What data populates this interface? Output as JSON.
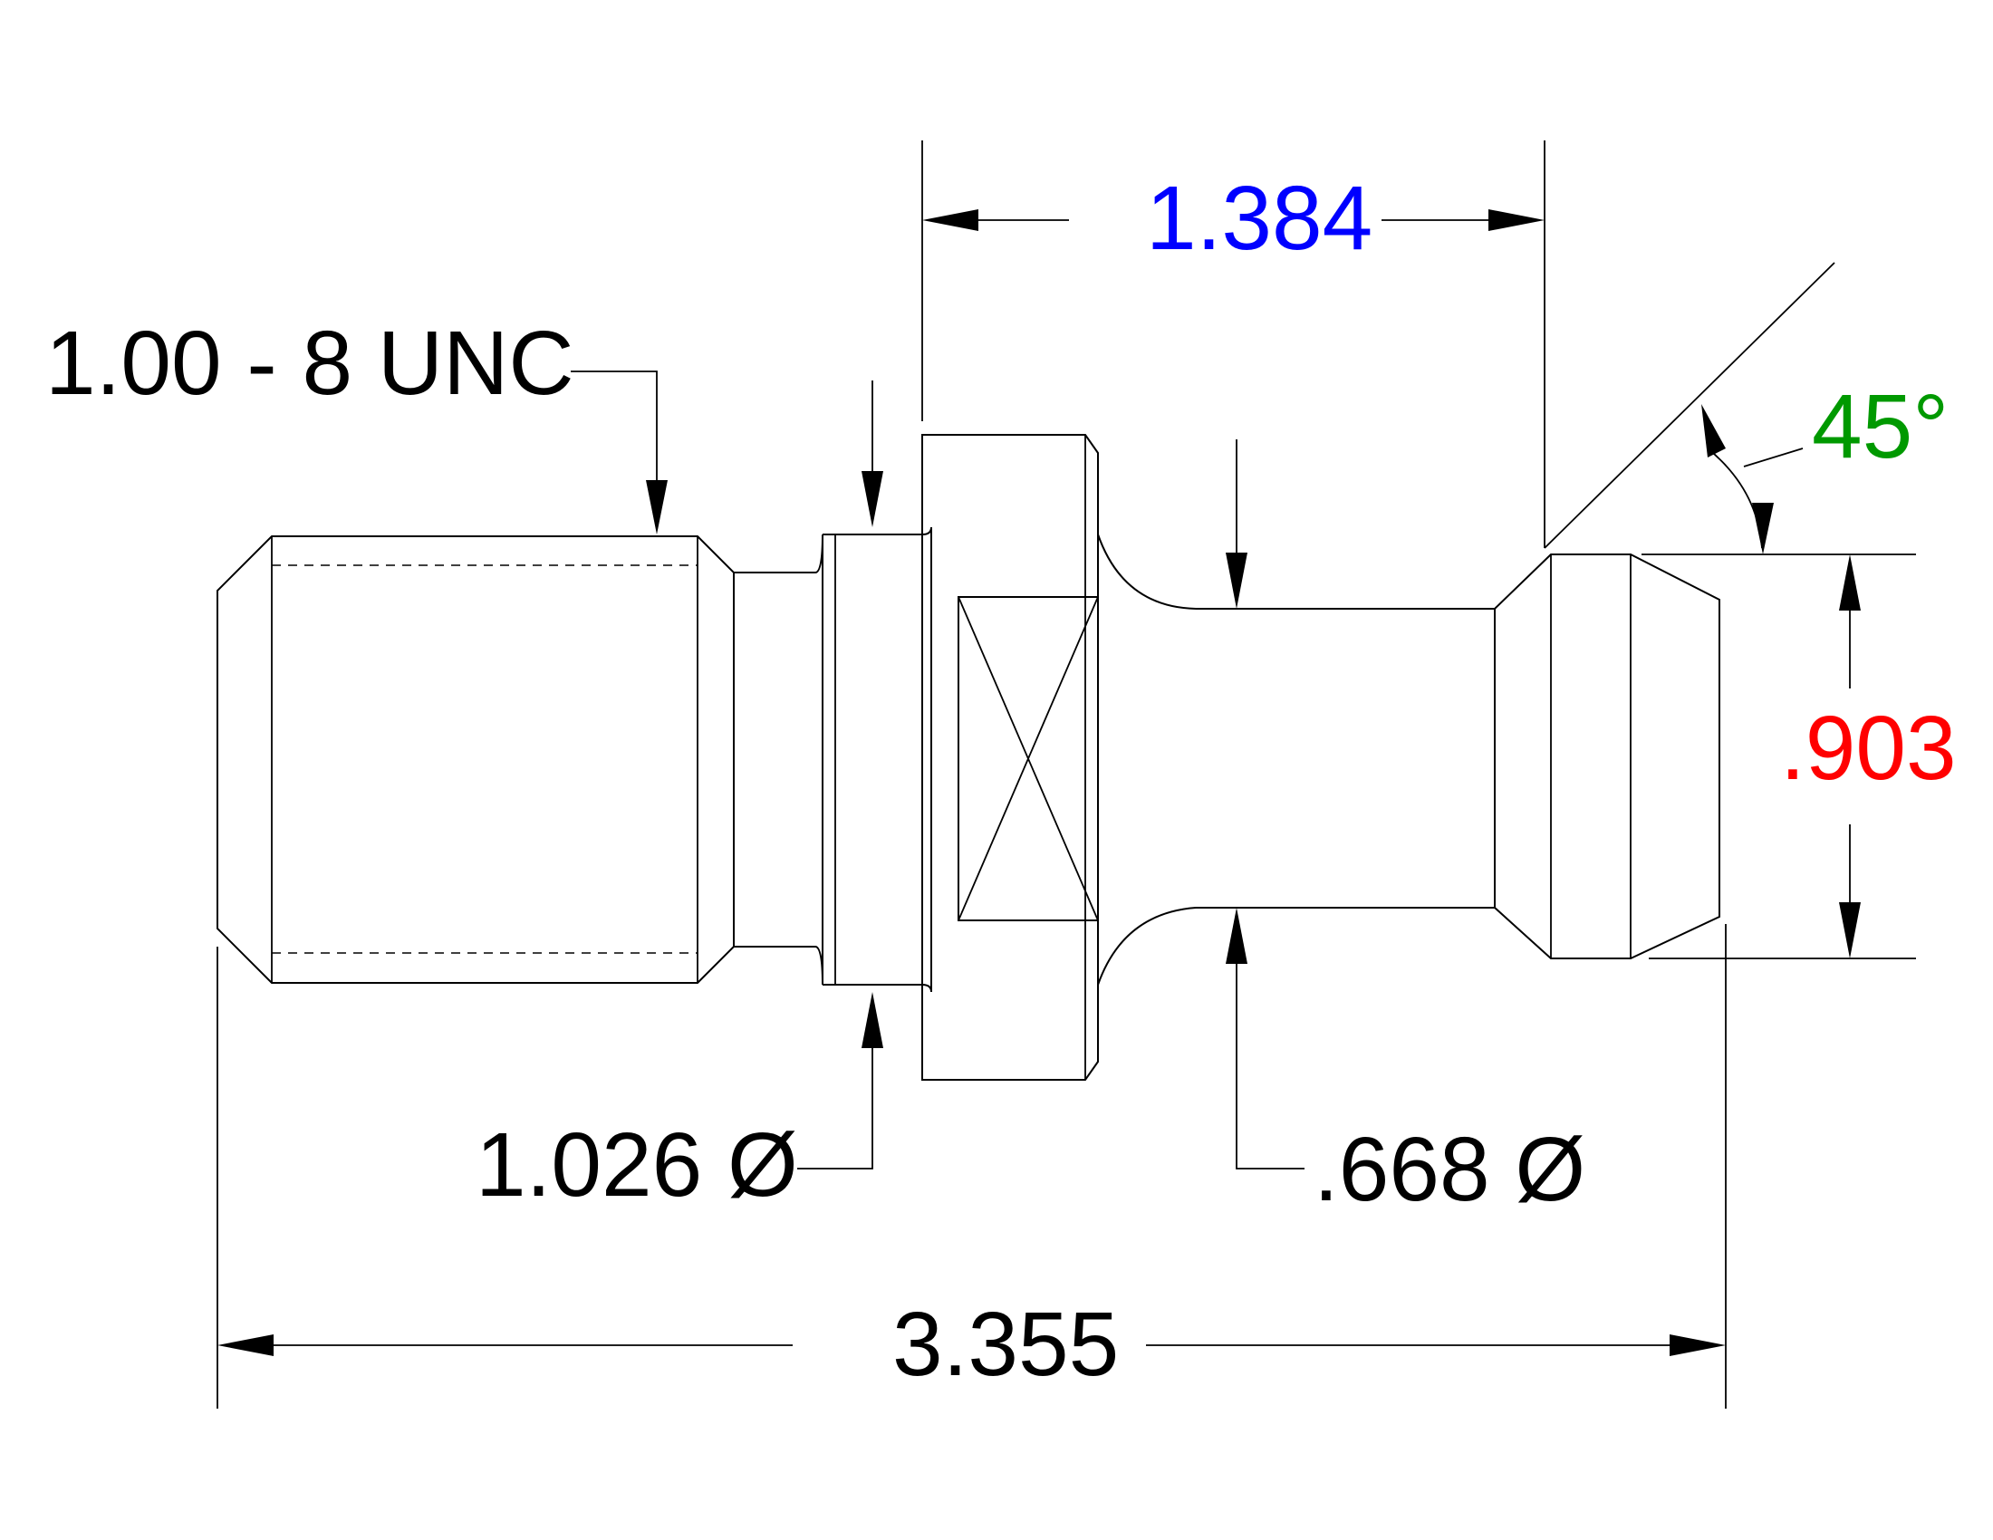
{
  "drawing": {
    "part": "retention-knob-side-view",
    "dimensions": {
      "thread_callout": "1.00 - 8 UNC",
      "flange_to_knob_length": "1.384",
      "chamfer_angle": "45°",
      "knob_diameter": ".903",
      "collar_diameter": "1.026 Ø",
      "neck_diameter": ".668 Ø",
      "overall_length": "3.355"
    },
    "colors": {
      "outline": "#000000",
      "flange_to_knob_length": "#0000ff",
      "chamfer_angle": "#009900",
      "knob_diameter": "#ff0000",
      "default_text": "#000000"
    }
  }
}
